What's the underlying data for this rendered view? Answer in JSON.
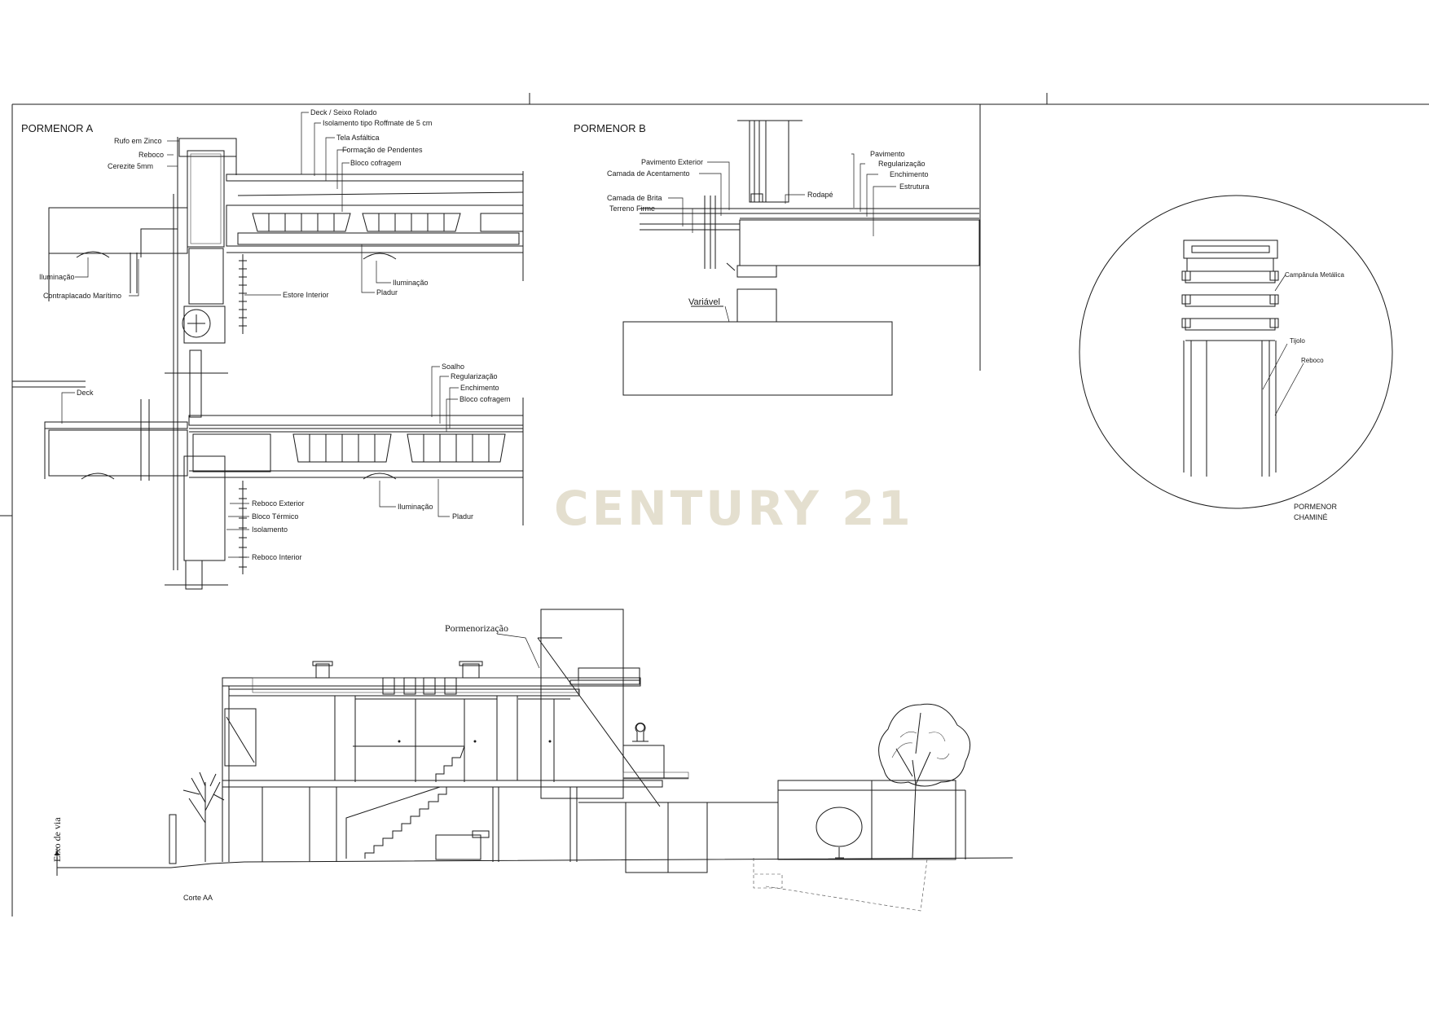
{
  "sheet": {
    "watermark": "CENTURY 21",
    "watermark_color": "#e4dfcf"
  },
  "pormenor_a": {
    "title": "PORMENOR A",
    "labels": {
      "rufo": "Rufo em Zinco",
      "reboco": "Reboco",
      "cerezite": "Cerezite 5mm",
      "deck_seixo": "Deck / Seixo Rolado",
      "isolamento_roof": "Isolamento tipo Roffmate de 5 cm",
      "tela": "Tela Asfáltica",
      "formacao": "Formação de Pendentes",
      "bloco_cof_1": "Bloco cofragem",
      "iluminacao_left": "Iluminação",
      "contraplacado": "Contraplacado Marítimo",
      "estore": "Estore Interior",
      "iluminacao_top": "Iluminação",
      "pladur_top": "Pladur",
      "deck": "Deck",
      "soalho": "Soalho",
      "regularizacao": "Regularização",
      "enchimento": "Enchimento",
      "bloco_cof_2": "Bloco cofragem",
      "reboco_ext": "Reboco Exterior",
      "bloco_term": "Bloco Térmico",
      "isolamento": "Isolamento",
      "reboco_int": "Reboco Interior",
      "iluminacao_bot": "Iluminação",
      "pladur_bot": "Pladur"
    }
  },
  "pormenor_b": {
    "title": "PORMENOR B",
    "labels": {
      "pav_ext": "Pavimento Exterior",
      "camada_acent": "Camada de Acentamento",
      "camada_brita": "Camada de Brita",
      "terreno": "Terreno Firme",
      "variavel": "Variável",
      "rodape": "Rodapé",
      "pavimento": "Pavimento",
      "regularizacao": "Regularização",
      "enchimento": "Enchimento",
      "estrutura": "Estrutura"
    }
  },
  "chamine": {
    "title_line1": "PORMENOR",
    "title_line2": "CHAMINÉ",
    "labels": {
      "campanula": "Campânula Metálica",
      "tijolo": "Tijolo",
      "reboco": "Reboco"
    }
  },
  "corte": {
    "title": "Corte  AA",
    "pormenorizacao": "Pormenorização",
    "eixo": "Eixo de via"
  }
}
